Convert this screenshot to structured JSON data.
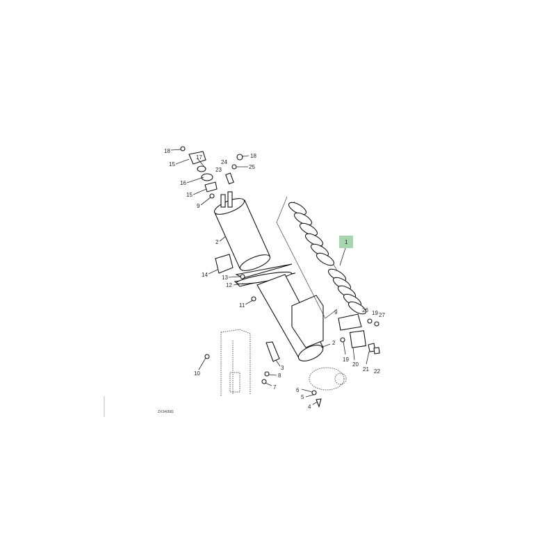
{
  "diagram": {
    "reference_code": "ZX340581",
    "highlight_color": "#a8d5b0",
    "highlighted_part": "1",
    "callouts": [
      "18",
      "15",
      "17",
      "18",
      "24",
      "25",
      "23",
      "16",
      "15",
      "9",
      "2",
      "14",
      "13",
      "12",
      "11",
      "1",
      "9",
      "26",
      "19",
      "27",
      "2",
      "19",
      "20",
      "21",
      "22",
      "3",
      "8",
      "7",
      "10",
      "6",
      "5",
      "4"
    ]
  }
}
